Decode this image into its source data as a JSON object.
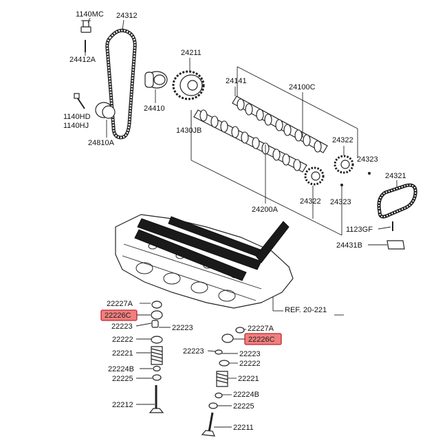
{
  "diagram": {
    "labels": {
      "p1140MC": "1140MC",
      "p24312": "24312",
      "p24412A": "24412A",
      "p24211": "24211",
      "p24141": "24141",
      "p24100C": "24100C",
      "p24410": "24410",
      "p1140HD": "1140HD",
      "p1140HJ": "1140HJ",
      "p1430JB": "1430JB",
      "p24810A": "24810A",
      "p24322a": "24322",
      "p24323a": "24323",
      "p24321": "24321",
      "p24322b": "24322",
      "p24323b": "24323",
      "p24200A": "24200A",
      "p1123GF": "1123GF",
      "p24431B": "24431B",
      "ref": "REF. 20-221",
      "l22227A": "22227A",
      "l22226C": "22226C",
      "l22223a": "22223",
      "l22223b": "22223",
      "l22222": "22222",
      "l22221": "22221",
      "l22224B": "22224B",
      "l22225": "22225",
      "l22212": "22212",
      "r22227A": "22227A",
      "r22226C": "22226C",
      "r22223a": "22223",
      "r22223b": "22223",
      "r22222": "22222",
      "r22221": "22221",
      "r22224B": "22224B",
      "r22225": "22225",
      "r22211": "22211"
    },
    "colors": {
      "highlight_fill": "#f07f7f",
      "highlight_stroke": "#c0262d",
      "line": "#222222"
    }
  }
}
